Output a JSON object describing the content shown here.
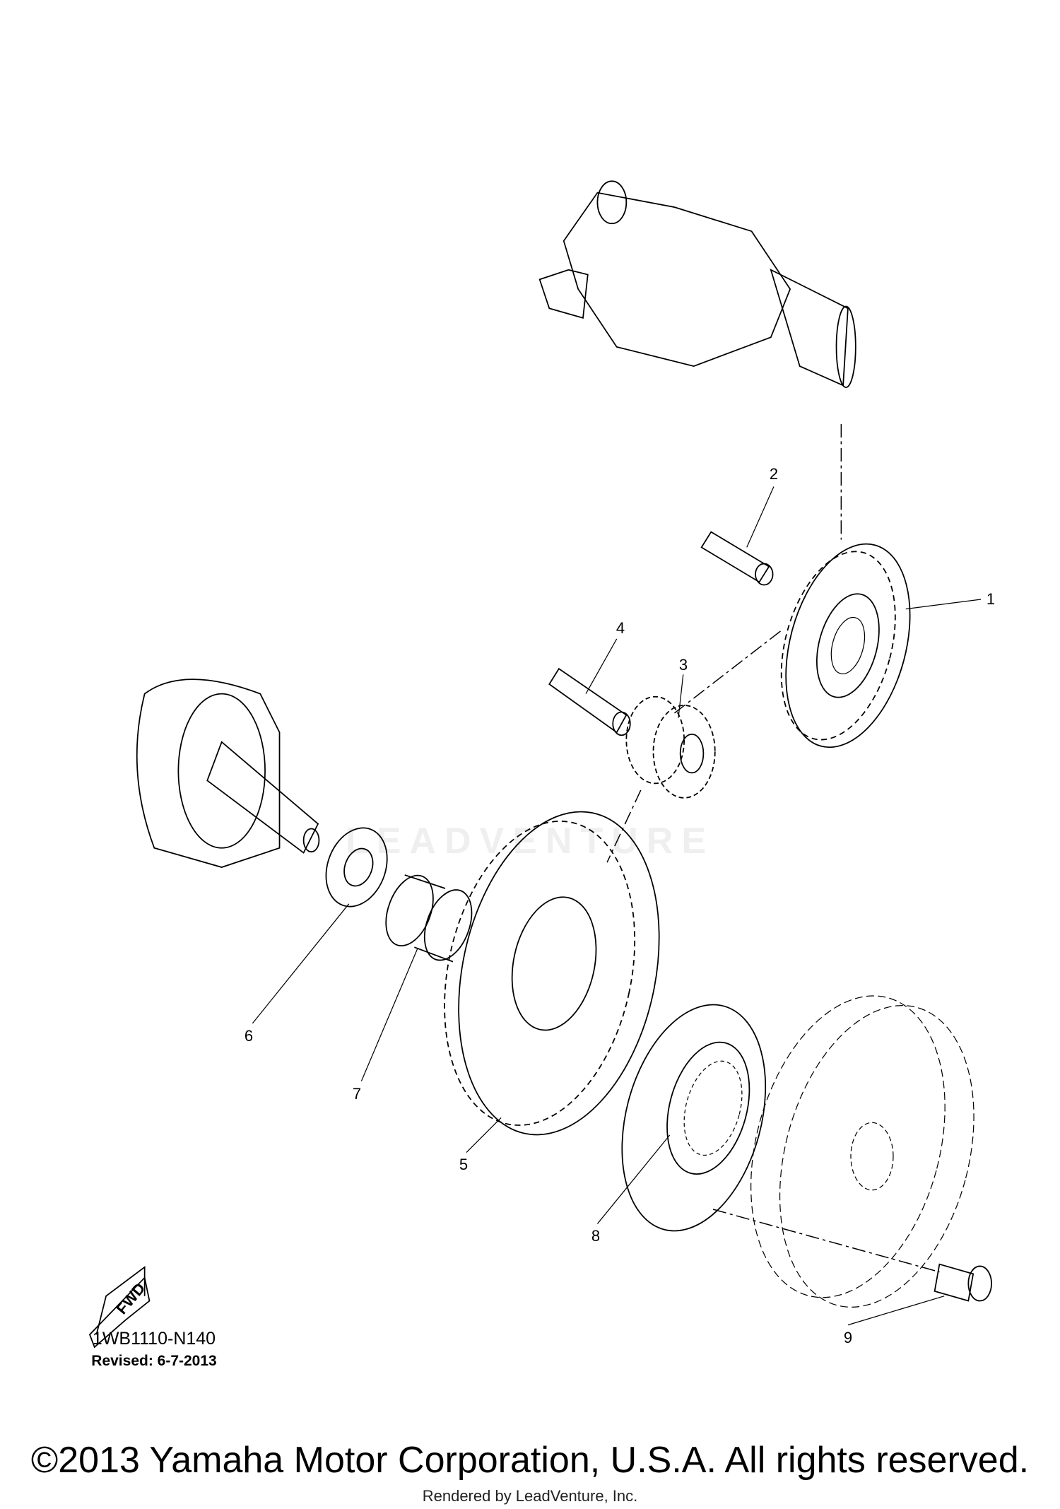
{
  "diagram": {
    "callouts": [
      "1",
      "2",
      "3",
      "4",
      "5",
      "6",
      "7",
      "8",
      "9"
    ],
    "part_code": "1WB1110-N140",
    "revised": "Revised: 6-7-2013",
    "fwd_label": "FWD",
    "watermark": "LEADVENTURE",
    "copyright": "©2013 Yamaha Motor Corporation, U.S.A. All rights reserved.",
    "rendered_by": "Rendered by LeadVenture, Inc."
  }
}
